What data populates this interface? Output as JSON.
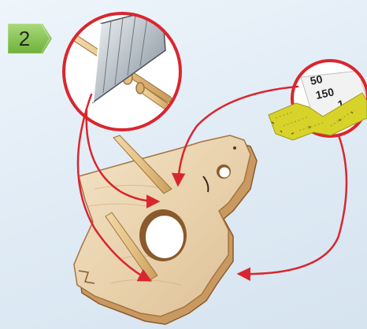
{
  "step": {
    "number": "2"
  },
  "sandpaper": {
    "grit_labels": [
      "50",
      "150",
      "1"
    ]
  },
  "colors": {
    "arrow": "#d9262e",
    "circle_border": "#d9262e",
    "wood": "#ead3b0",
    "wood_edge": "#a8733d",
    "sandpaper": "#d9d52a",
    "badge": "#7dc243"
  },
  "icons": [
    "cutter-knife-icon",
    "wooden-dowel-icon",
    "sandpaper-icon",
    "wooden-part-icon"
  ]
}
